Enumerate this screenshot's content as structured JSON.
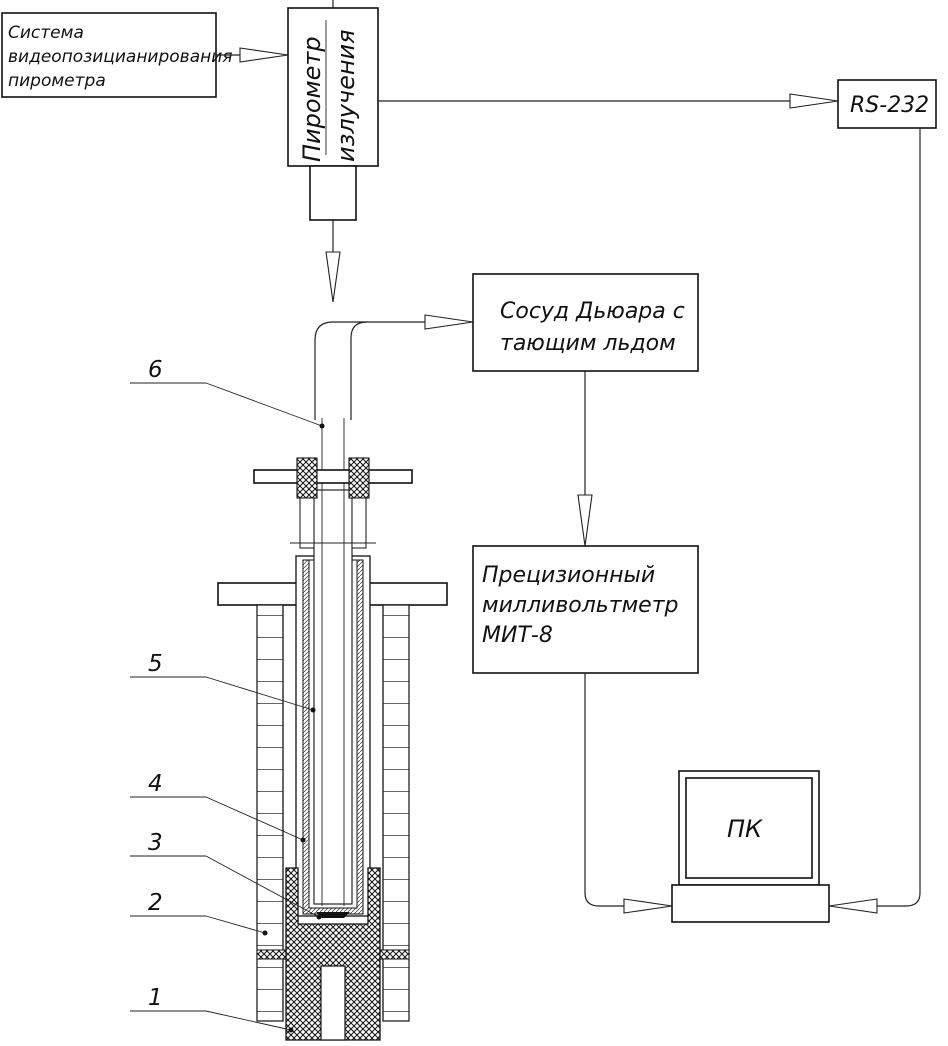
{
  "blocks": {
    "video_system": [
      "Система",
      "видеопозицианирования",
      "пирометра"
    ],
    "pyrometer": [
      "Пирометр",
      "излучения"
    ],
    "rs232": "RS-232",
    "dewar": [
      "Сосуд Дьюара с",
      "тающим льдом"
    ],
    "millivoltmeter": [
      "Прецизионный",
      "милливольтметр",
      "МИТ-8"
    ],
    "pc": "ПК"
  },
  "callouts": [
    "1",
    "2",
    "3",
    "4",
    "5",
    "6"
  ]
}
